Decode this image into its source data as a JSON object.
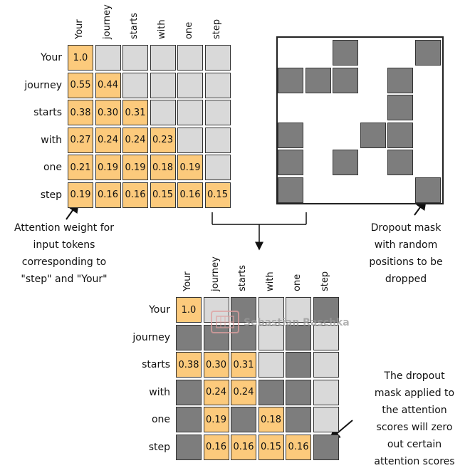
{
  "tokens": [
    "Your",
    "journey",
    "starts",
    "with",
    "one",
    "step"
  ],
  "colors": {
    "weight_fill": "#fcca7c",
    "empty_fill": "#d9d9d9",
    "dropped_fill": "#7d7d7d",
    "border": "#333333"
  },
  "attention_weights": [
    [
      "1.0",
      null,
      null,
      null,
      null,
      null
    ],
    [
      "0.55",
      "0.44",
      null,
      null,
      null,
      null
    ],
    [
      "0.38",
      "0.30",
      "0.31",
      null,
      null,
      null
    ],
    [
      "0.27",
      "0.24",
      "0.24",
      "0.23",
      null,
      null
    ],
    [
      "0.21",
      "0.19",
      "0.19",
      "0.18",
      "0.19",
      null
    ],
    [
      "0.19",
      "0.16",
      "0.16",
      "0.15",
      "0.16",
      "0.15"
    ]
  ],
  "dropout_mask": [
    [
      0,
      0,
      1,
      0,
      0,
      1
    ],
    [
      1,
      1,
      1,
      0,
      1,
      0
    ],
    [
      0,
      0,
      0,
      0,
      1,
      0
    ],
    [
      1,
      0,
      0,
      1,
      1,
      0
    ],
    [
      1,
      0,
      1,
      0,
      1,
      0
    ],
    [
      1,
      0,
      0,
      0,
      0,
      1
    ]
  ],
  "result_matrix": [
    [
      "1.0",
      "E",
      "D",
      "E",
      "E",
      "D"
    ],
    [
      "D",
      "D",
      "D",
      "E",
      "D",
      "E"
    ],
    [
      "0.38",
      "0.30",
      "0.31",
      "E",
      "D",
      "E"
    ],
    [
      "D",
      "0.24",
      "0.24",
      "D",
      "D",
      "E"
    ],
    [
      "D",
      "0.19",
      "D",
      "0.18",
      "D",
      "E"
    ],
    [
      "D",
      "0.16",
      "0.16",
      "0.15",
      "0.16",
      "D"
    ]
  ],
  "notes": {
    "left": "Attention weight for\ninput tokens\ncorresponding to\n\"step\" and \"Your\"",
    "right": "Dropout mask\nwith random\npositions to be\ndropped",
    "bottom": "The dropout\nmask applied to\nthe attention\nscores will zero\nout certain\nattention scores"
  },
  "watermark": "Sebastian Raschka"
}
